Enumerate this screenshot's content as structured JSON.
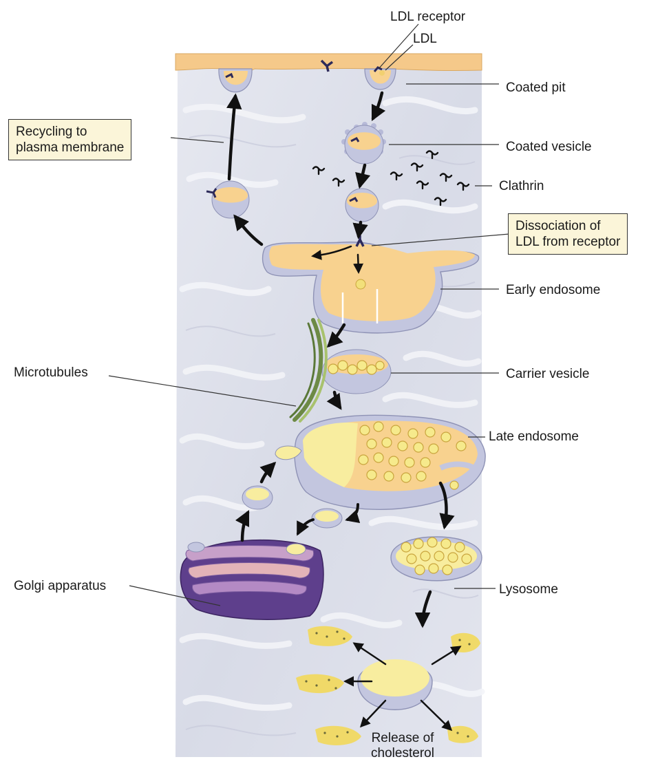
{
  "labels": {
    "ldl_receptor": "LDL receptor",
    "ldl": "LDL",
    "coated_pit": "Coated pit",
    "coated_vesicle": "Coated vesicle",
    "clathrin": "Clathrin",
    "dissociation_line1": "Dissociation of",
    "dissociation_line2": "LDL from receptor",
    "recycling_line1": "Recycling to",
    "recycling_line2": "plasma membrane",
    "early_endosome": "Early endosome",
    "microtubules": "Microtubules",
    "carrier_vesicle": "Carrier vesicle",
    "late_endosome": "Late endosome",
    "golgi_apparatus": "Golgi apparatus",
    "lysosome": "Lysosome",
    "release_line1": "Release of",
    "release_line2": "cholesterol"
  },
  "colors": {
    "cytoplasm": "#dde0ea",
    "membrane": "#f5c98a",
    "vesicle_lumen": "#f8d28f",
    "vesicle_wall": "#b9bcd8",
    "lipid_droplet": "#f2e07a",
    "golgi": "#7a5a9e",
    "receptor": "#2d2a5a",
    "callout_fill": "#fbf5d9"
  }
}
